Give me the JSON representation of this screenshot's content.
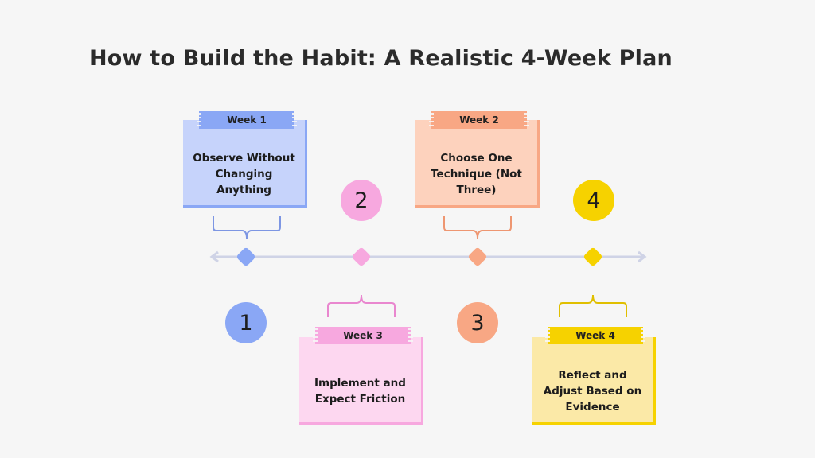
{
  "title": "How to Build the Habit: A Realistic 4-Week Plan",
  "colors": {
    "blue": "#c6d3fb",
    "blue_accent": "#8aa7f5",
    "blue_dark": "#6f8fe6",
    "pink": "#fdd7f0",
    "pink_accent": "#f7a8df",
    "pink_dark": "#e987cf",
    "orange": "#fdd2bd",
    "orange_accent": "#f8a784",
    "orange_dark": "#ee9671",
    "yellow": "#fbe9a7",
    "yellow_accent": "#f6d200",
    "yellow_dark": "#e0bf00",
    "line": "#cfd3e6"
  },
  "weeks": [
    {
      "tag": "Week 1",
      "text": "Observe Without Changing Anything",
      "number": "1"
    },
    {
      "tag": "Week 2",
      "text": "Choose One Technique (Not Three)",
      "number": "2"
    },
    {
      "tag": "Week 3",
      "text": "Implement and Expect Friction",
      "number": "3"
    },
    {
      "tag": "Week 4",
      "text": "Reflect and Adjust Based on Evidence",
      "number": "4"
    }
  ]
}
